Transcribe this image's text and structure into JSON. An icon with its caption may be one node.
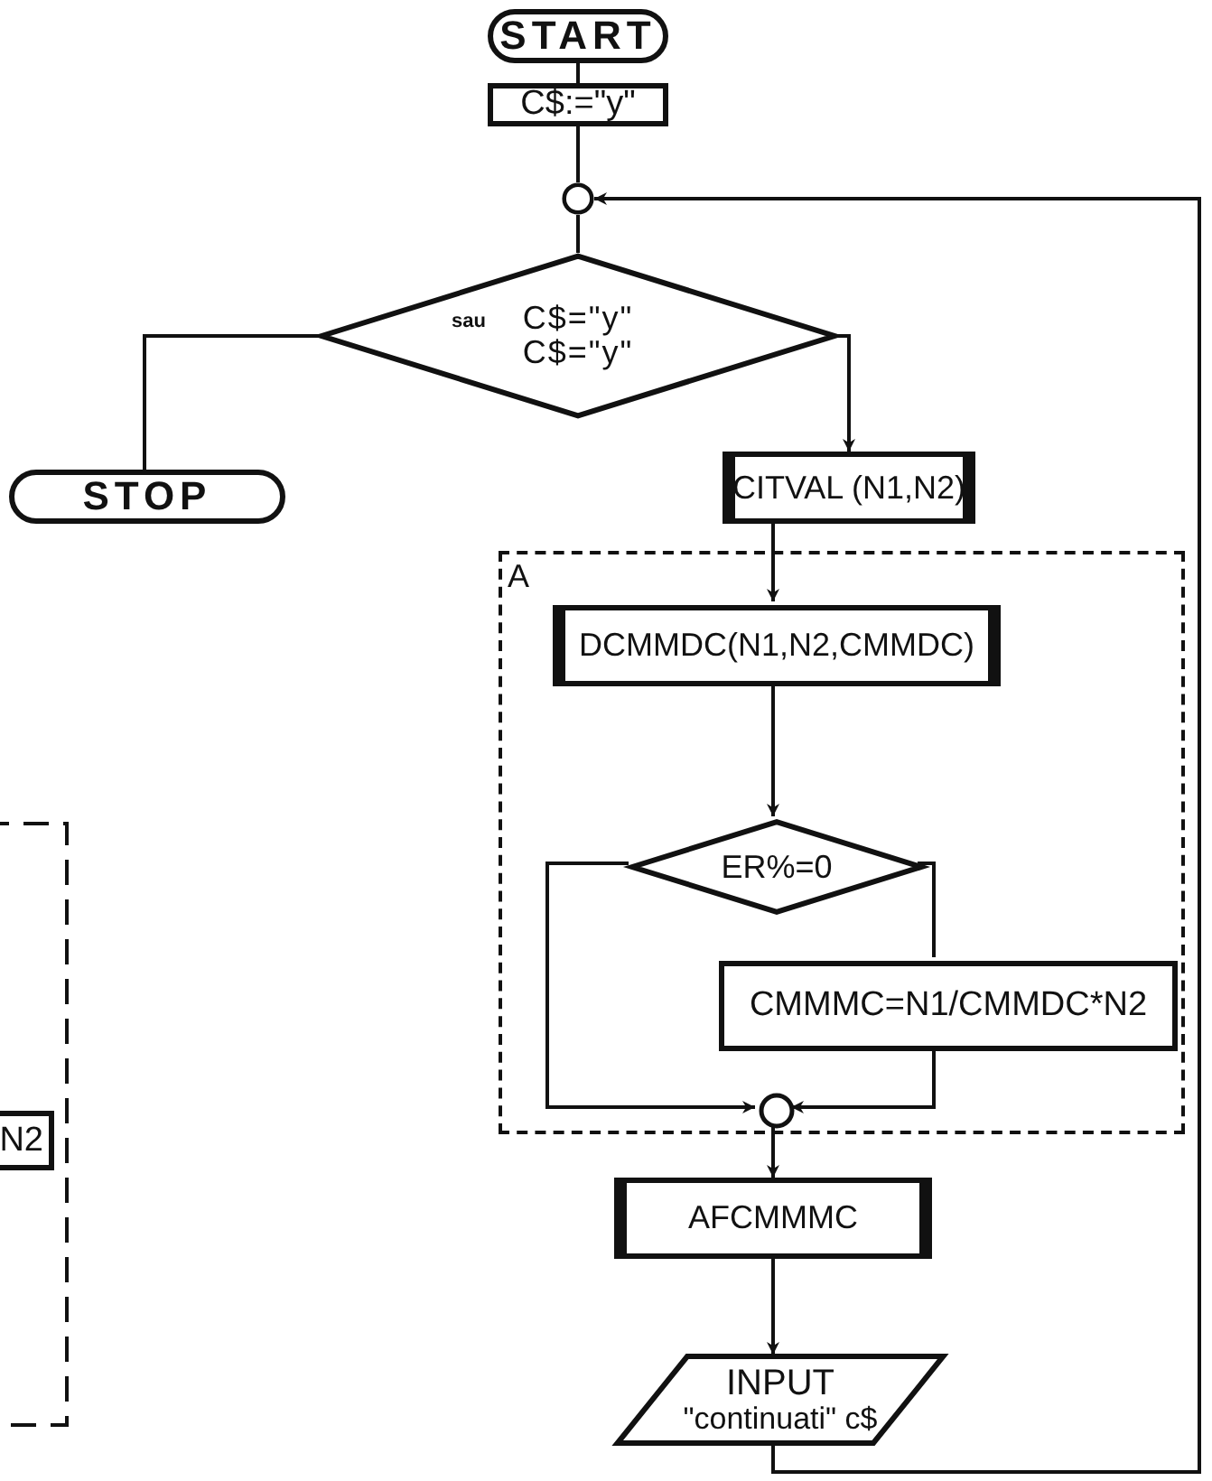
{
  "diagram": {
    "nodes": [
      {
        "text": [
          "START"
        ]
      },
      {
        "text": [
          "C$:=\"y\""
        ]
      },
      {
        "text": [],
        "shape": "circle"
      },
      {
        "text": [
          "sau",
          "C$=\"y\"",
          "C$=\"y\""
        ]
      },
      {
        "text": [
          "STOP"
        ]
      },
      {
        "text": [
          "CITVAL (N1,N2)"
        ]
      },
      {
        "text": [
          "A"
        ]
      },
      {
        "text": [
          "DCMMDC(N1,N2,CMMDC)"
        ],
        "in": 6
      },
      {
        "text": [
          "ER%=0"
        ],
        "in": 6
      },
      {
        "text": [
          "CMMMC=N1/CMMDC*N2"
        ],
        "in": 6
      },
      {
        "text": [],
        "shape": "circle",
        "in": 6
      },
      {
        "text": [
          "AFCMMMC"
        ]
      },
      {
        "text": [
          "INPUT",
          "\"continuati\" c$"
        ]
      },
      {
        "text": [],
        "shape": "box"
      },
      {
        "text": [
          "N2"
        ],
        "in": 13
      }
    ],
    "edges": [
      {
        "from": 0,
        "to": 1,
        "arrow": "none"
      },
      {
        "from": 1,
        "to": 2,
        "arrow": "none"
      },
      {
        "from": 2,
        "to": 3,
        "arrow": "none"
      },
      {
        "from": 3,
        "to": 4,
        "arrow": "none"
      },
      {
        "from": 3,
        "to": 5,
        "arrow": "to"
      },
      {
        "from": 5,
        "to": 7,
        "arrow": "to"
      },
      {
        "from": 7,
        "to": 8,
        "arrow": "to"
      },
      {
        "from": 8,
        "to": 10,
        "arrow": "to"
      },
      {
        "from": 8,
        "to": 9,
        "arrow": "none"
      },
      {
        "from": 9,
        "to": 10,
        "arrow": "to"
      },
      {
        "from": 10,
        "to": 11,
        "arrow": "to"
      },
      {
        "from": 11,
        "to": 12,
        "arrow": "to"
      },
      {
        "from": 12,
        "to": 2,
        "arrow": "to"
      }
    ]
  }
}
